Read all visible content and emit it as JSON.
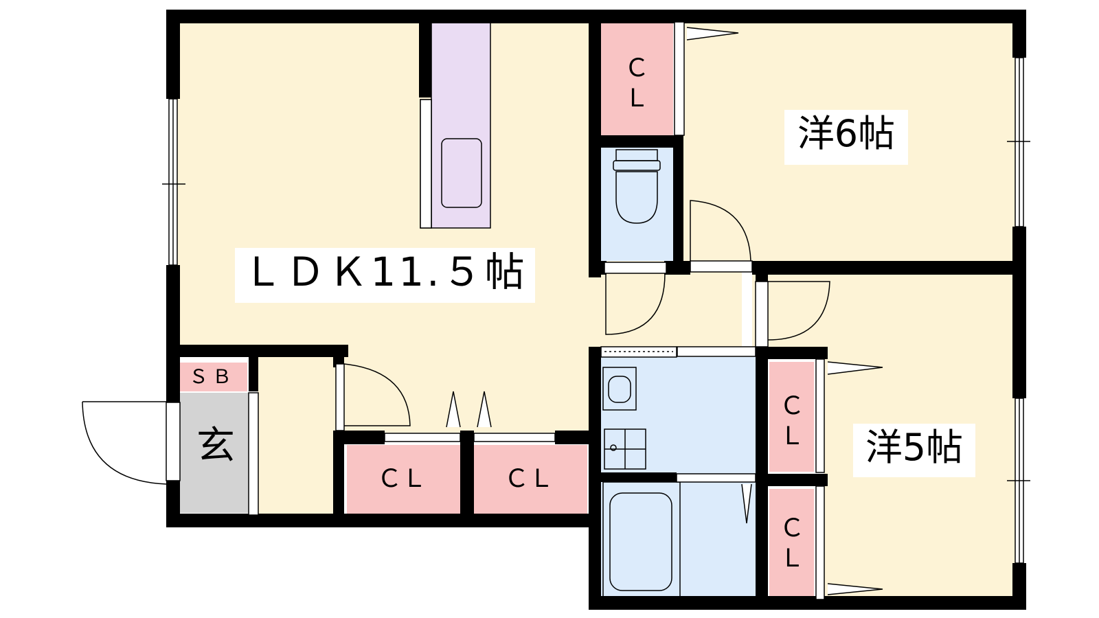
{
  "rooms": {
    "ldk": "ＬＤＫ11.５帖",
    "western_6": "洋6帖",
    "western_5": "洋5帖",
    "entrance": "玄",
    "shoe_box": "ＳＢ",
    "closet_horizontal": "ＣＬ",
    "closet_vertical_1": "Ｃ",
    "closet_vertical_2": "Ｌ"
  },
  "colors": {
    "floor": "#fdf3d6",
    "closet": "#f9c4c4",
    "wet_area": "#dcebfb",
    "kitchen": "#eadcf3",
    "entrance": "#d3d3d3",
    "wall": "#000000"
  }
}
